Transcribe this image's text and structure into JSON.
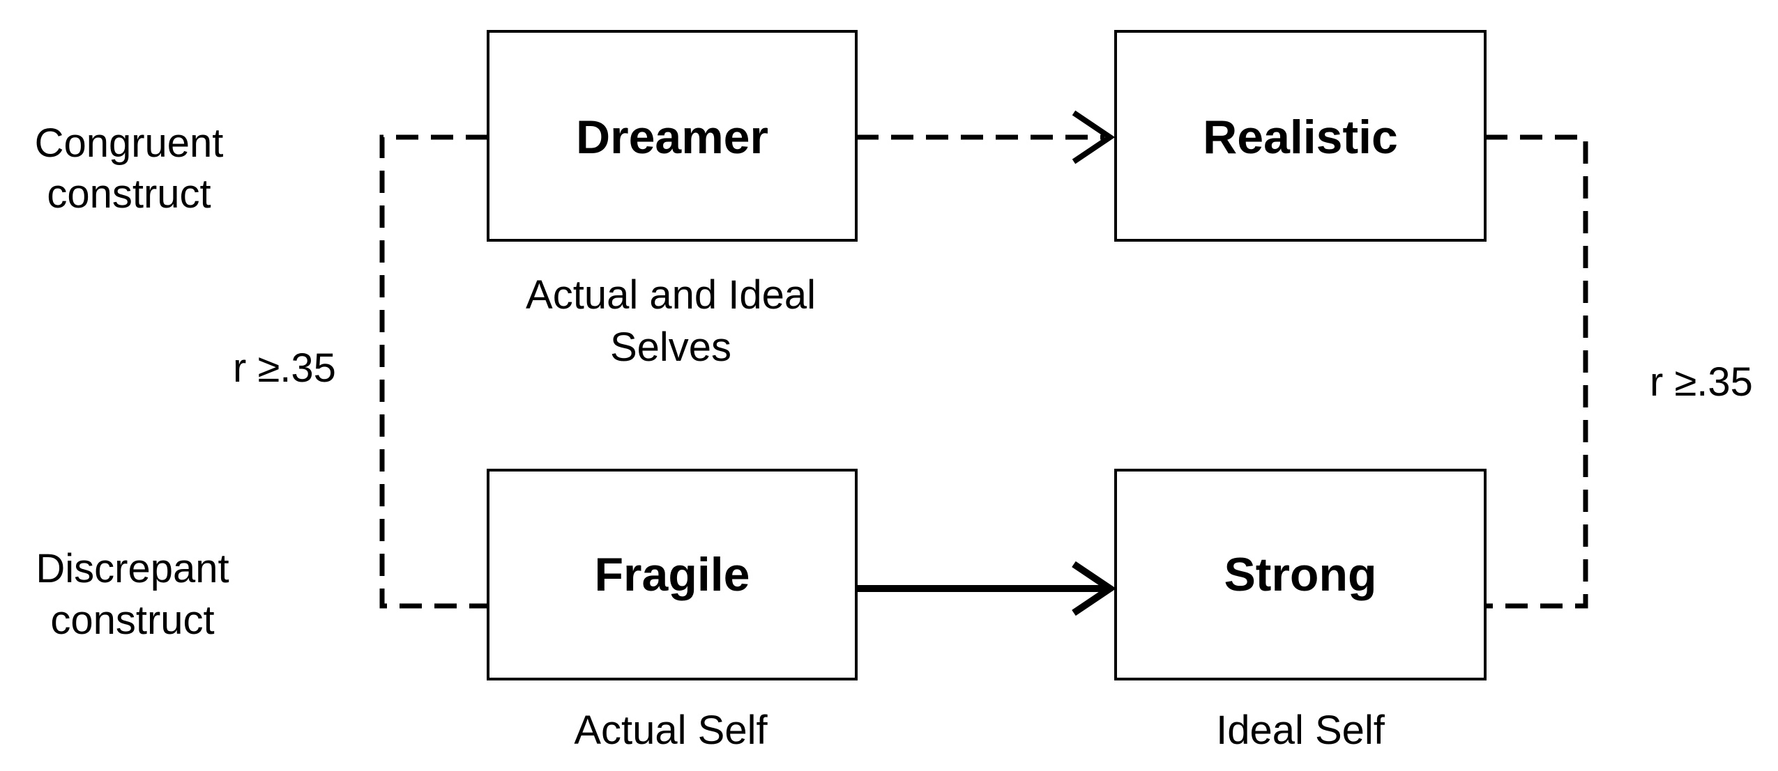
{
  "rows": {
    "congruent": [
      "Congruent",
      "construct"
    ],
    "discrepant": [
      "Discrepant",
      "construct"
    ]
  },
  "nodes": {
    "dreamer": "Dreamer",
    "realistic": "Realistic",
    "fragile": "Fragile",
    "strong": "Strong"
  },
  "captions": {
    "dreamer": [
      "Actual and Ideal",
      "Selves"
    ],
    "fragile": "Actual Self",
    "strong": "Ideal Self"
  },
  "correlations": {
    "left": "r ≥.35",
    "right": "r ≥.35"
  },
  "edges": [
    {
      "from": "Dreamer",
      "to": "Realistic",
      "style": "dashed",
      "arrow": true
    },
    {
      "from": "Fragile",
      "to": "Strong",
      "style": "solid",
      "arrow": true
    },
    {
      "from": "Dreamer",
      "to": "Fragile",
      "style": "dashed",
      "arrow": false
    },
    {
      "from": "Realistic",
      "to": "Strong",
      "style": "dashed",
      "arrow": false
    }
  ],
  "colors": {
    "stroke": "#000000",
    "background": "#ffffff"
  }
}
